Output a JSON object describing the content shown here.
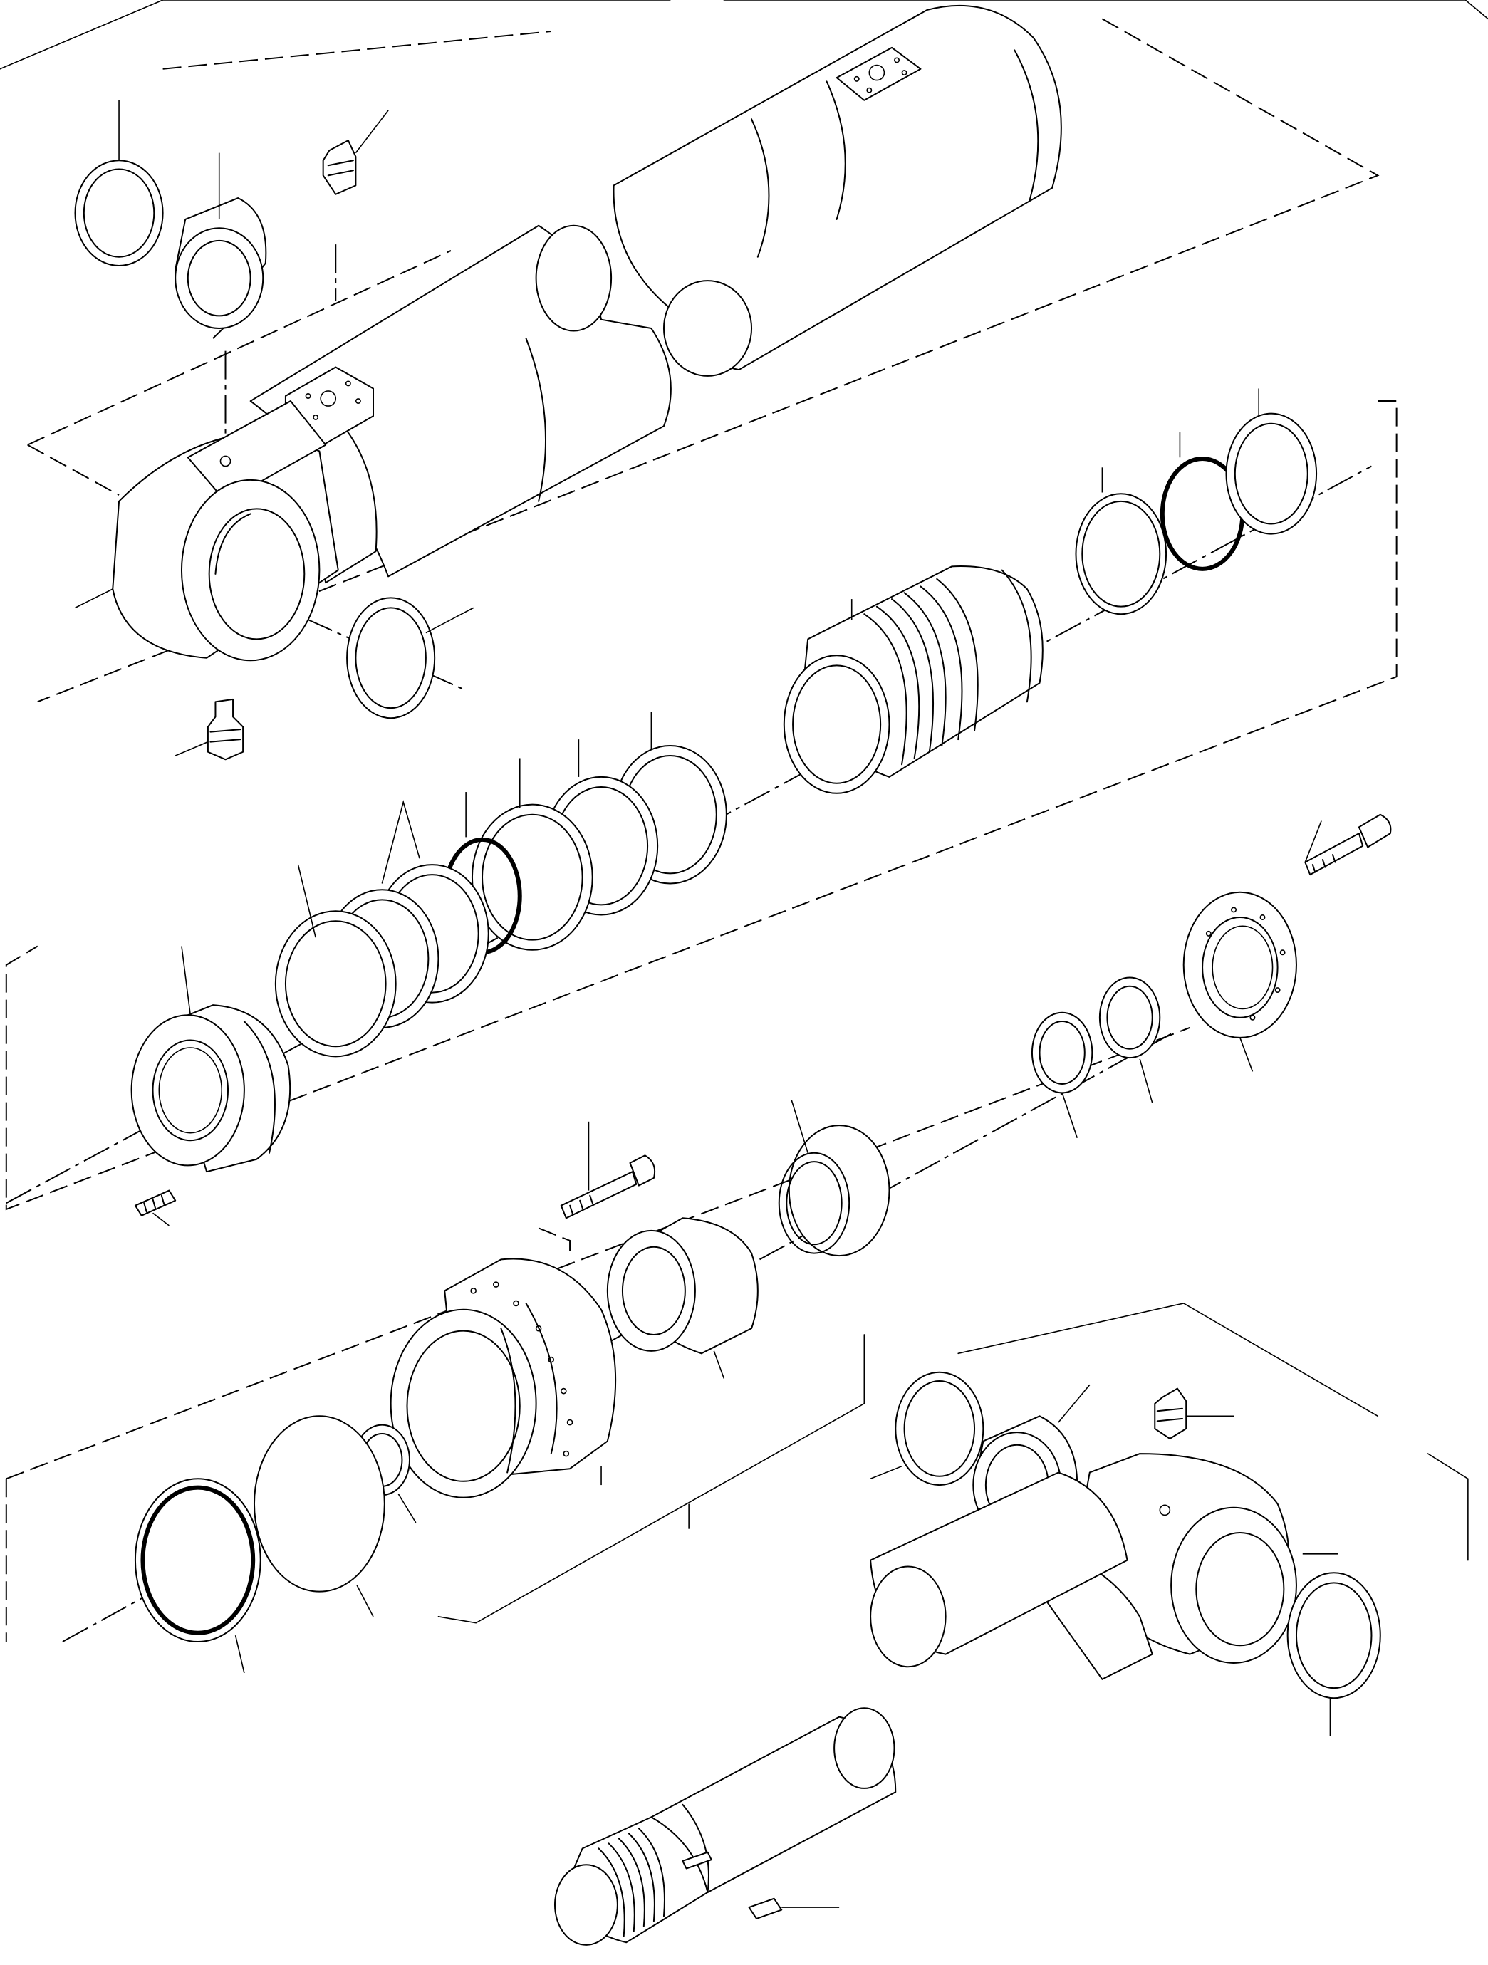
{
  "drawing": {
    "kind": "exploded parts view",
    "labels": [],
    "line_color": "#000000",
    "background": "#ffffff"
  },
  "assemblies": [
    {
      "key": "cylinder-tube",
      "parts": [
        "snap-ring",
        "bushing",
        "grease-fitting",
        "tube-eye",
        "dust-seal",
        "grease-fitting"
      ]
    },
    {
      "key": "piston",
      "parts": [
        "nut",
        "set-screw",
        "wear-rings",
        "seal-rings",
        "piston"
      ]
    },
    {
      "key": "cylinder-head",
      "parts": [
        "bolt",
        "flange",
        "buffer-seal",
        "back-up-ring",
        "rod-packing",
        "bushing",
        "head",
        "o-ring",
        "back-up-ring",
        "snap-ring",
        "dust-seal",
        "bolt"
      ]
    },
    {
      "key": "piston-rod",
      "parts": [
        "snap-ring",
        "bushing",
        "grease-fitting",
        "rod-eye",
        "dust-seal",
        "rod",
        "key"
      ]
    }
  ]
}
